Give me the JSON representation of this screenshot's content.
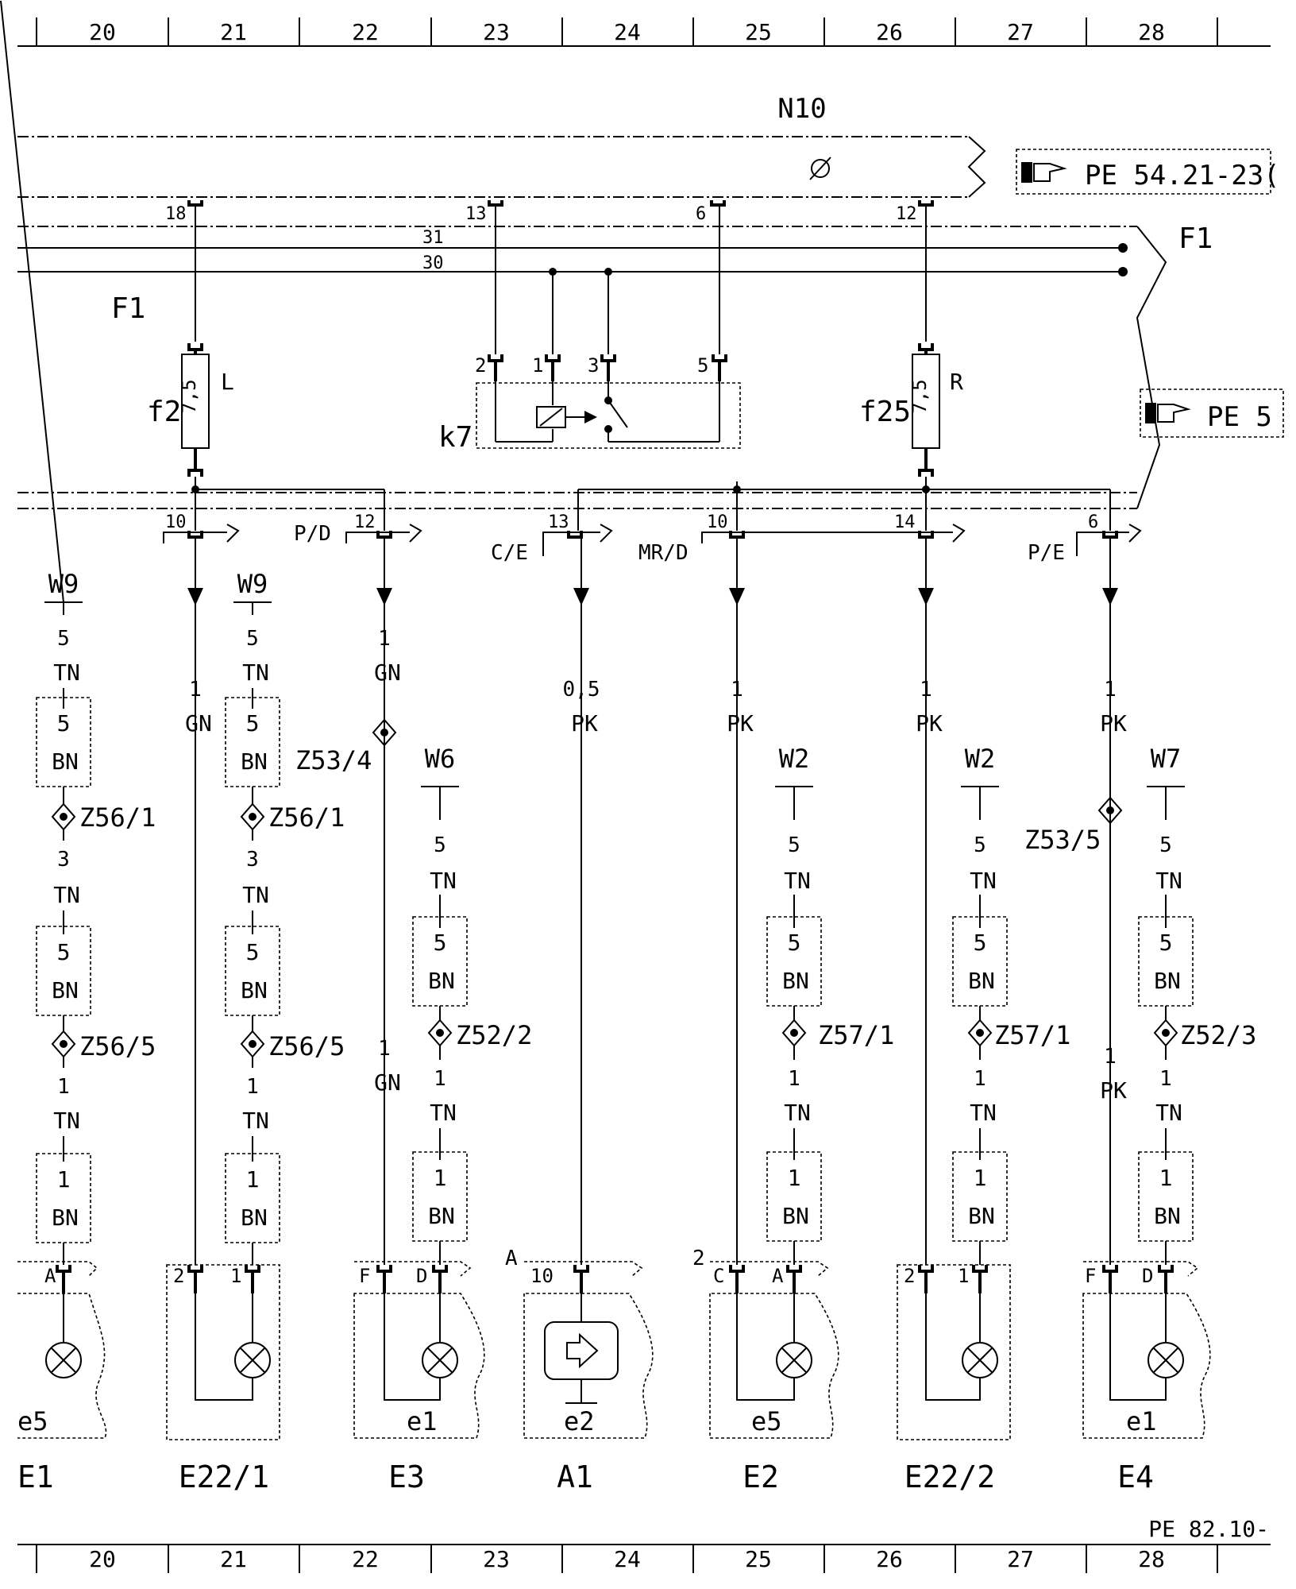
{
  "grid": {
    "columns": [
      "20",
      "21",
      "22",
      "23",
      "24",
      "25",
      "26",
      "27",
      "28"
    ]
  },
  "header": {
    "module": "N10",
    "ref1": "PE 54.21-23(",
    "ref2": "PE 5",
    "fusebox_left": "F1",
    "fusebox_right": "F1"
  },
  "bus": {
    "line31": "31",
    "line30": "30"
  },
  "module_pins": [
    "18",
    "13",
    "6",
    "12"
  ],
  "fuses": [
    {
      "id": "f2",
      "value": "7,5",
      "side": "L"
    },
    {
      "id": "f25",
      "value": "7,5",
      "side": "R"
    }
  ],
  "relay": {
    "id": "k7",
    "pins": [
      "2",
      "1",
      "3",
      "5"
    ]
  },
  "connectors": [
    {
      "pin": "10",
      "label": ""
    },
    {
      "pin": "12",
      "label": "P/D"
    },
    {
      "pin": "13",
      "label": "C/E"
    },
    {
      "pin": "10",
      "label": "MR/D"
    },
    {
      "pin": "14",
      "label": ""
    },
    {
      "pin": "6",
      "label": "P/E"
    }
  ],
  "wires": [
    {
      "size": "1",
      "color": "GN"
    },
    {
      "size": "1",
      "color": "GN"
    },
    {
      "size": "0,5",
      "color": "PK"
    },
    {
      "size": "1",
      "color": "PK"
    },
    {
      "size": "1",
      "color": "PK"
    },
    {
      "size": "1",
      "color": "PK"
    },
    {
      "size": "1",
      "color": "GN"
    },
    {
      "size": "1",
      "color": "PK"
    }
  ],
  "splices": [
    "Z53/4",
    "Z53/5"
  ],
  "ground_chains": [
    {
      "ground": "W9",
      "z1": "Z56/1",
      "z2": "Z56/5",
      "s1": "5",
      "c1": "TN",
      "b1s": "5",
      "b1c": "BN",
      "s2": "3",
      "c2": "TN",
      "b2s": "5",
      "b2c": "BN",
      "s3": "1",
      "c3": "TN",
      "b3s": "1",
      "b3c": "BN"
    },
    {
      "ground": "W9",
      "z1": "Z56/1",
      "z2": "Z56/5",
      "s1": "5",
      "c1": "TN",
      "b1s": "5",
      "b1c": "BN",
      "s2": "3",
      "c2": "TN",
      "b2s": "5",
      "b2c": "BN",
      "s3": "1",
      "c3": "TN",
      "b3s": "1",
      "b3c": "BN"
    },
    {
      "ground": "W6",
      "z": "Z52/2",
      "s1": "5",
      "c1": "TN",
      "b1s": "5",
      "b1c": "BN",
      "s2": "1",
      "c2": "TN",
      "b2s": "1",
      "b2c": "BN"
    },
    {
      "ground": "W2",
      "z": "Z57/1",
      "s1": "5",
      "c1": "TN",
      "b1s": "5",
      "b1c": "BN",
      "s2": "1",
      "c2": "TN",
      "b2s": "1",
      "b2c": "BN"
    },
    {
      "ground": "W2",
      "z": "Z57/1",
      "s1": "5",
      "c1": "TN",
      "b1s": "5",
      "b1c": "BN",
      "s2": "1",
      "c2": "TN",
      "b2s": "1",
      "b2c": "BN"
    },
    {
      "ground": "W7",
      "z": "Z52/3",
      "s1": "5",
      "c1": "TN",
      "b1s": "5",
      "b1c": "BN",
      "s2": "1",
      "c2": "TN",
      "b2s": "1",
      "b2c": "BN"
    }
  ],
  "components": [
    {
      "name": "E1",
      "sub": "e5",
      "pinL": "",
      "pinR": "A"
    },
    {
      "name": "E22/1",
      "sub": "",
      "pinL": "2",
      "pinR": "1"
    },
    {
      "name": "E3",
      "sub": "e1",
      "pinL": "F",
      "pinR": "D"
    },
    {
      "name": "A1",
      "sub": "e2",
      "pinL": "10",
      "pinR": "",
      "corner": "A"
    },
    {
      "name": "E2",
      "sub": "e5",
      "pinL": "C",
      "pinR": "A",
      "corner": "2"
    },
    {
      "name": "E22/2",
      "sub": "",
      "pinL": "2",
      "pinR": "1"
    },
    {
      "name": "E4",
      "sub": "e1",
      "pinL": "F",
      "pinR": "D"
    }
  ],
  "footer": {
    "ref": "PE 82.10-"
  }
}
